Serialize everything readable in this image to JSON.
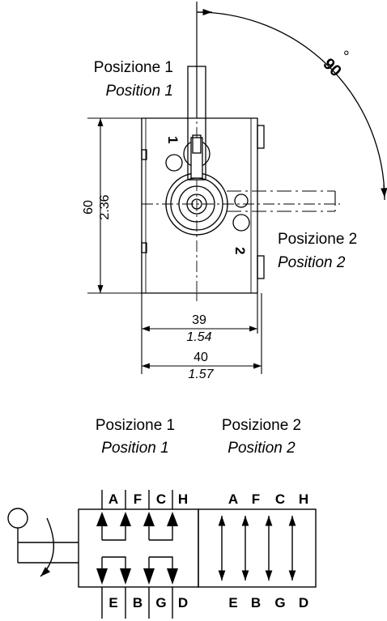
{
  "top_view": {
    "position1": {
      "label_it": "Posizione 1",
      "label_en": "Position 1"
    },
    "position2": {
      "label_it": "Posizione 2",
      "label_en": "Position 2"
    },
    "angle": {
      "value": "90",
      "unit": "°"
    },
    "marker1": "1",
    "marker2": "2",
    "height_dim": {
      "mm": "60",
      "inch": "2.36"
    },
    "width_inner_dim": {
      "mm": "39",
      "inch": "1.54"
    },
    "width_outer_dim": {
      "mm": "40",
      "inch": "1.57"
    }
  },
  "schematic": {
    "position1": {
      "label_it": "Posizione 1",
      "label_en": "Position 1"
    },
    "position2": {
      "label_it": "Posizione 2",
      "label_en": "Position 2"
    },
    "top_ports_left": [
      "A",
      "F",
      "C",
      "H"
    ],
    "bottom_ports_left": [
      "E",
      "B",
      "G",
      "D"
    ],
    "top_ports_right": [
      "A",
      "F",
      "C",
      "H"
    ],
    "bottom_ports_right": [
      "E",
      "B",
      "G",
      "D"
    ]
  }
}
